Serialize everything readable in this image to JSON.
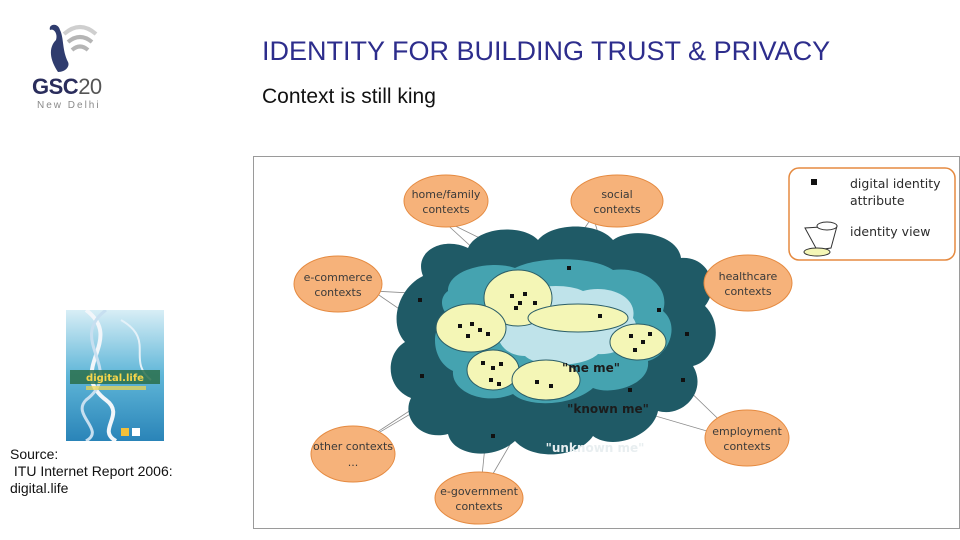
{
  "logo": {
    "brand_main": "GSC",
    "brand_num": "20",
    "city": "New Delhi"
  },
  "header": {
    "title": "IDENTITY FOR BUILDING TRUST & PRIVACY",
    "subtitle": "Context is still king"
  },
  "source": {
    "line1": "Source:",
    "line2": " ITU Internet Report 2006:",
    "line3": "digital.life"
  },
  "thumbnail": {
    "title": "digital.life"
  },
  "diagram": {
    "contexts": {
      "home_family": [
        "home/family",
        "contexts"
      ],
      "social": [
        "social",
        "contexts"
      ],
      "ecommerce": [
        "e-commerce",
        "contexts"
      ],
      "healthcare": [
        "healthcare",
        "contexts"
      ],
      "other": [
        "other contexts",
        "..."
      ],
      "employment": [
        "employment",
        "contexts"
      ],
      "egovernment": [
        "e-government",
        "contexts"
      ]
    },
    "rings": {
      "me_me": "\"me me\"",
      "known_me": "\"known me\"",
      "unknown_me": "\"unknown me\""
    },
    "legend": {
      "attribute": [
        "digital identity",
        "attribute"
      ],
      "view": "identity view"
    }
  },
  "colors": {
    "title": "#2d2d8c",
    "context_fill": "#f6b27a",
    "outer_ring": "#1f5a66",
    "middle_ring": "#45a3b0",
    "inner_core": "#bfe3ea",
    "identity_view": "#f4f6b6"
  }
}
